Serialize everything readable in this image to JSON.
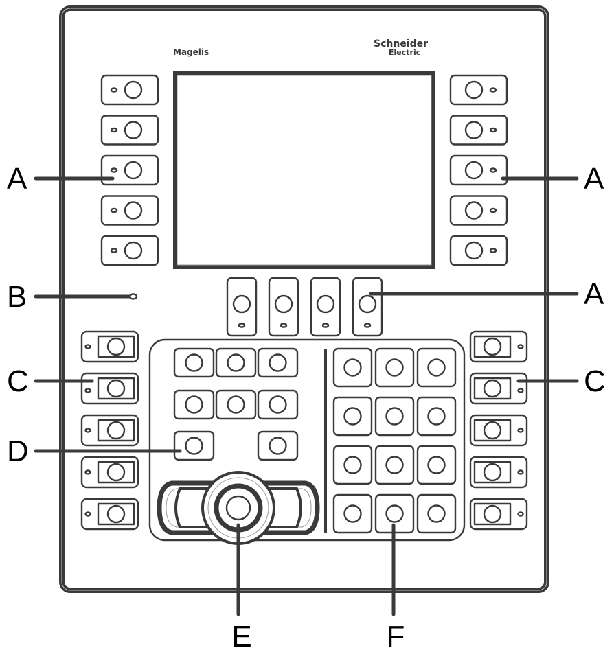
{
  "diagram": {
    "title": "Operator terminal front panel",
    "colors": {
      "line": "#3a3a3a",
      "label": "#000000",
      "background": "#ffffff"
    },
    "branding": {
      "product_name": "Magelis",
      "manufacturer_line1": "Schneider",
      "manufacturer_line2": "Electric"
    },
    "callouts": [
      {
        "id": "A1",
        "letter": "A",
        "side": "left",
        "target": "left function key column (F1–F5)"
      },
      {
        "id": "A2",
        "letter": "A",
        "side": "right",
        "target": "right function key column"
      },
      {
        "id": "A3",
        "letter": "A",
        "side": "right",
        "target": "function keys below display"
      },
      {
        "id": "B",
        "letter": "B",
        "side": "left",
        "target": "status LED"
      },
      {
        "id": "C1",
        "letter": "C",
        "side": "left",
        "target": "left static function keys"
      },
      {
        "id": "C2",
        "letter": "C",
        "side": "right",
        "target": "right static function keys"
      },
      {
        "id": "D",
        "letter": "D",
        "side": "left",
        "target": "service keys"
      },
      {
        "id": "E",
        "letter": "E",
        "side": "bottom",
        "target": "navigation keys"
      },
      {
        "id": "F",
        "letter": "F",
        "side": "bottom",
        "target": "numeric keypad"
      }
    ],
    "components": {
      "left_function_keys": 5,
      "right_function_keys": 5,
      "below_display_keys": 4,
      "left_static_keys": 5,
      "right_static_keys": 5,
      "service_keys_top_rows": 6,
      "service_keys_bottom_row": 2,
      "numeric_keypad": {
        "rows": 4,
        "cols": 3
      },
      "navigation_pad": "rocker with center button"
    }
  }
}
